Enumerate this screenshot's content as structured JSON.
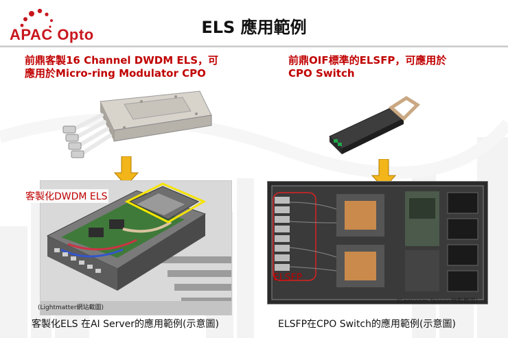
{
  "header": {
    "logo_text": "APAC Opto",
    "title": "ELS 應用範例"
  },
  "left": {
    "heading_line1": "前鼎客製16 Channel DWDM ELS，可",
    "heading_line2": "應用於Micro-ring Modulator CPO",
    "image_tag": "客製化DWDM ELS",
    "credit": "(Lightmatter網站截圖)",
    "caption": "客製化ELS 在AI Server的應用範例(示意圖)"
  },
  "right": {
    "heading_line1": "前鼎OIF標準的ELSFP，可應用於",
    "heading_line2": "CPO Switch",
    "image_tag": "ELSFP",
    "credit": "(Semicom Taiwan開報截圖)",
    "caption": "ELSFP在CPO Switch的應用範例(示意圖)"
  },
  "colors": {
    "brand_red": "#c8161d",
    "heading_red": "#c00000",
    "arrow_yellow": "#f2b51a",
    "highlight_yellow": "#f5e300"
  }
}
